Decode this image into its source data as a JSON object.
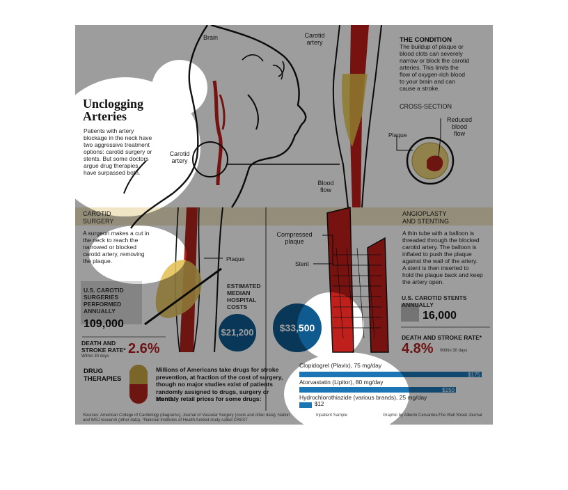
{
  "title": "Unclogging Arteries",
  "intro": [
    "Patients with artery",
    "blockage in the neck have",
    "two aggressive treatment",
    "options: carotid surgery or",
    "stents. But some doctors",
    "argue drug therapies",
    "have surpassed both."
  ],
  "labels": {
    "brain": "Brain",
    "carotid_artery_top": [
      "Carotid",
      "artery"
    ],
    "carotid_artery_neck": [
      "Carotid",
      "artery"
    ],
    "blood_flow": [
      "Blood",
      "flow"
    ],
    "cross_section": "CROSS-SECTION",
    "plaque": "Plaque",
    "reduced_blood_flow": [
      "Reduced",
      "blood",
      "flow"
    ],
    "compressed_plaque": [
      "Compressed",
      "plaque"
    ],
    "stent": "Stent",
    "plaque_surgery": "Plaque"
  },
  "condition": {
    "heading": "THE CONDITION",
    "lines": [
      "The buildup of plaque or",
      "blood clots can severely",
      "narrow or block the carotid",
      "arteries. This limits the",
      "flow of oxygen-rich blood",
      "to your brain and can",
      "cause a stroke."
    ]
  },
  "surgery": {
    "heading": [
      "CAROTID",
      "SURGERY"
    ],
    "lines": [
      "A surgeon makes a cut in",
      "the neck to reach the",
      "narrowed or blocked",
      "carotid artery, removing",
      "the plaque."
    ],
    "annual_label": [
      "U.S. CAROTID",
      "SURGERIES",
      "PERFORMED",
      "ANNUALLY"
    ],
    "annual_value": "109,000",
    "rate_label": [
      "DEATH AND",
      "STROKE RATE*"
    ],
    "rate_value": "2.6%",
    "rate_note": "Within 30 days"
  },
  "cost": {
    "label": [
      "ESTIMATED",
      "MEDIAN",
      "HOSPITAL",
      "COSTS"
    ],
    "surgery_cost": "$21,200",
    "stent_cost": "$33,500"
  },
  "stenting": {
    "heading": [
      "ANGIOPLASTY",
      "AND STENTING"
    ],
    "lines": [
      "A thin tube with a balloon is",
      "threaded through the blocked",
      "carotid artery. The balloon is",
      "inflated to push the plaque",
      "against the wall of the artery.",
      "A stent is then inserted to",
      "hold the plaque back and keep",
      "the artery open."
    ],
    "annual_label": "U.S. CAROTID STENTS ANNUALLY",
    "annual_value": "16,000",
    "rate_label": "DEATH AND STROKE RATE*",
    "rate_value": "4.8%",
    "rate_note": "Within 30 days"
  },
  "drugs": {
    "heading": [
      "DRUG",
      "THERAPIES"
    ],
    "lines": [
      "Millions of Americans take drugs for stroke",
      "prevention, at fraction of the cost of surgery,",
      "though no major studies exist of patients",
      "randomly assigned to drugs, surgery or stents."
    ],
    "prices_label": "Monthly retail prices for some drugs:",
    "items": [
      {
        "name": "Clopidogrel (Plavix), 75 mg/day",
        "price": "$175",
        "value": 175
      },
      {
        "name": "Atorvastatin (Lipitor), 80 mg/day",
        "price": "$150",
        "value": 150
      },
      {
        "name": "Hydrochlorothiazide (various brands), 25 mg/day",
        "price": "$12",
        "value": 12
      }
    ]
  },
  "footer": {
    "sources": [
      "Sources: American College of Cardiology (diagrams); Journal of Vascular Surgery (costs and other data); Nation",
      "and WSJ research (other data). *National Institutes of Health-funded study called CREST"
    ],
    "inpatient": "Inpatient Sample",
    "credit": "Graphic by Alberto Cervantes/The Wall Street Journal"
  },
  "colors": {
    "accent_red": "#b21f1f",
    "accent_blue": "#1c76b6",
    "plaque_yellow": "#e8c84a",
    "artery_red": "#c0201c"
  }
}
